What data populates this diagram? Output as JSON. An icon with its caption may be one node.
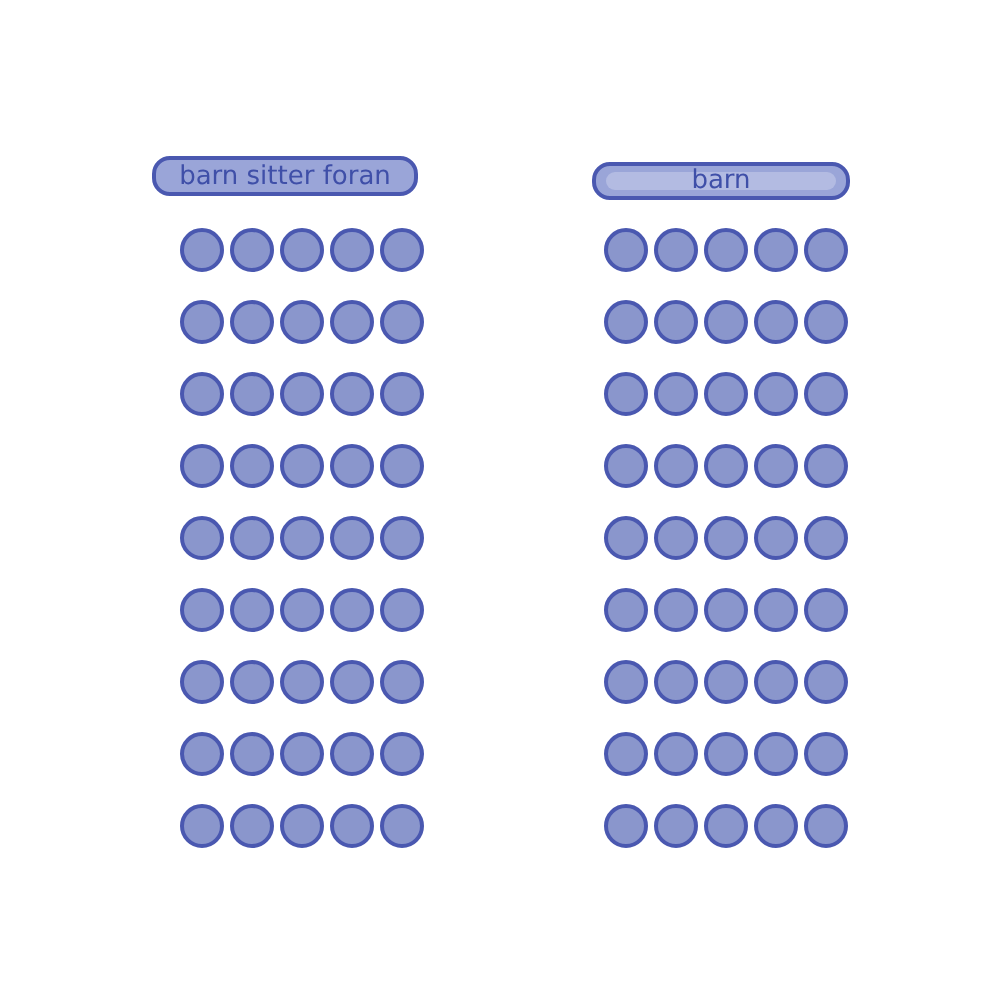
{
  "diagram": {
    "nodes": [
      {
        "text": [
          "barn sitter foran"
        ]
      },
      {
        "text": [
          "barn"
        ]
      },
      {
        "text": [],
        "shape": "circle"
      },
      {
        "text": [],
        "shape": "circle"
      },
      {
        "text": [],
        "shape": "circle"
      },
      {
        "text": [],
        "shape": "circle"
      },
      {
        "text": [],
        "shape": "circle"
      },
      {
        "text": [],
        "shape": "circle"
      },
      {
        "text": [],
        "shape": "circle"
      },
      {
        "text": [],
        "shape": "circle"
      },
      {
        "text": [],
        "shape": "circle"
      },
      {
        "text": [],
        "shape": "circle"
      },
      {
        "text": [],
        "shape": "circle"
      },
      {
        "text": [],
        "shape": "circle"
      },
      {
        "text": [],
        "shape": "circle"
      },
      {
        "text": [],
        "shape": "circle"
      },
      {
        "text": [],
        "shape": "circle"
      },
      {
        "text": [],
        "shape": "circle"
      },
      {
        "text": [],
        "shape": "circle"
      },
      {
        "text": [],
        "shape": "circle"
      },
      {
        "text": [],
        "shape": "circle"
      },
      {
        "text": [],
        "shape": "circle"
      },
      {
        "text": [],
        "shape": "circle"
      },
      {
        "text": [],
        "shape": "circle"
      },
      {
        "text": [],
        "shape": "circle"
      },
      {
        "text": [],
        "shape": "circle"
      },
      {
        "text": [],
        "shape": "circle"
      },
      {
        "text": [],
        "shape": "circle"
      },
      {
        "text": [],
        "shape": "circle"
      },
      {
        "text": [],
        "shape": "circle"
      },
      {
        "text": [],
        "shape": "circle"
      },
      {
        "text": [],
        "shape": "circle"
      },
      {
        "text": [],
        "shape": "circle"
      },
      {
        "text": [],
        "shape": "circle"
      },
      {
        "text": [],
        "shape": "circle"
      },
      {
        "text": [],
        "shape": "circle"
      },
      {
        "text": [],
        "shape": "circle"
      },
      {
        "text": [],
        "shape": "circle"
      },
      {
        "text": [],
        "shape": "circle"
      },
      {
        "text": [],
        "shape": "circle"
      },
      {
        "text": [],
        "shape": "circle"
      },
      {
        "text": [],
        "shape": "circle"
      },
      {
        "text": [],
        "shape": "circle"
      },
      {
        "text": [],
        "shape": "circle"
      },
      {
        "text": [],
        "shape": "circle"
      },
      {
        "text": [],
        "shape": "circle"
      },
      {
        "text": [],
        "shape": "circle"
      },
      {
        "text": [],
        "shape": "circle"
      },
      {
        "text": [],
        "shape": "circle"
      },
      {
        "text": [],
        "shape": "circle"
      },
      {
        "text": [],
        "shape": "circle"
      },
      {
        "text": [],
        "shape": "circle"
      },
      {
        "text": [],
        "shape": "circle"
      },
      {
        "text": [],
        "shape": "circle"
      },
      {
        "text": [],
        "shape": "circle"
      },
      {
        "text": [],
        "shape": "circle"
      },
      {
        "text": [],
        "shape": "circle"
      },
      {
        "text": [],
        "shape": "circle"
      },
      {
        "text": [],
        "shape": "circle"
      },
      {
        "text": [],
        "shape": "circle"
      },
      {
        "text": [],
        "shape": "circle"
      },
      {
        "text": [],
        "shape": "circle"
      },
      {
        "text": [],
        "shape": "circle"
      },
      {
        "text": [],
        "shape": "circle"
      },
      {
        "text": [],
        "shape": "circle"
      },
      {
        "text": [],
        "shape": "circle"
      },
      {
        "text": [],
        "shape": "circle"
      },
      {
        "text": [],
        "shape": "circle"
      },
      {
        "text": [],
        "shape": "circle"
      },
      {
        "text": [],
        "shape": "circle"
      },
      {
        "text": [],
        "shape": "circle"
      },
      {
        "text": [],
        "shape": "circle"
      },
      {
        "text": [],
        "shape": "circle"
      },
      {
        "text": [],
        "shape": "circle"
      },
      {
        "text": [],
        "shape": "circle"
      },
      {
        "text": [],
        "shape": "circle"
      },
      {
        "text": [],
        "shape": "circle"
      },
      {
        "text": [],
        "shape": "circle"
      },
      {
        "text": [],
        "shape": "circle"
      },
      {
        "text": [],
        "shape": "circle"
      },
      {
        "text": [],
        "shape": "circle"
      },
      {
        "text": [],
        "shape": "circle"
      },
      {
        "text": [],
        "shape": "circle"
      },
      {
        "text": [],
        "shape": "circle"
      },
      {
        "text": [],
        "shape": "circle"
      },
      {
        "text": [],
        "shape": "circle"
      },
      {
        "text": [],
        "shape": "circle"
      },
      {
        "text": [],
        "shape": "circle"
      },
      {
        "text": [],
        "shape": "circle"
      },
      {
        "text": [],
        "shape": "circle"
      },
      {
        "text": [],
        "shape": "circle"
      },
      {
        "text": [],
        "shape": "circle"
      }
    ]
  }
}
